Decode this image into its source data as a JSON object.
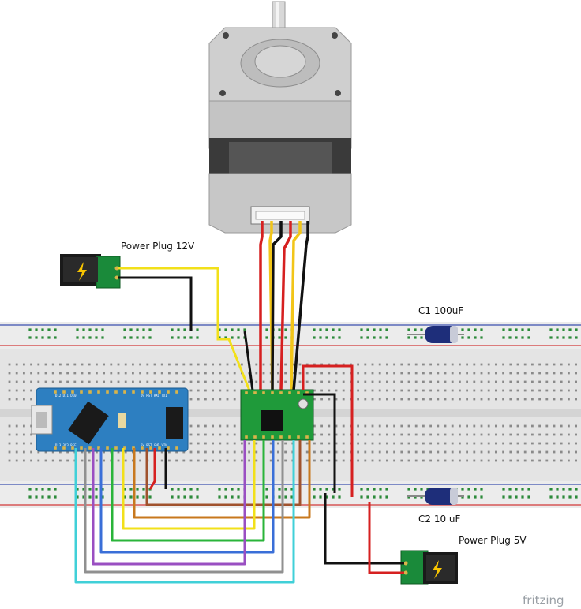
{
  "labels": {
    "power_plug_12v": "Power Plug 12V",
    "c1": "C1 100uF",
    "c2": "C2 10 uF",
    "power_plug_5v": "Power Plug 5V",
    "brand": "fritzing"
  },
  "colors": {
    "red": "#d62020",
    "black": "#111111",
    "yellow": "#f2e01a",
    "green_board": "#1f9a3a",
    "arduino_blue": "#2d7fc1",
    "breadboard": "#e6e6e6",
    "rail_blue": "#3b4fb0",
    "rail_red": "#d23a3a",
    "capacitor": "#1e2e7a"
  },
  "icons": [
    "bolt-icon",
    "usb-port-icon"
  ]
}
